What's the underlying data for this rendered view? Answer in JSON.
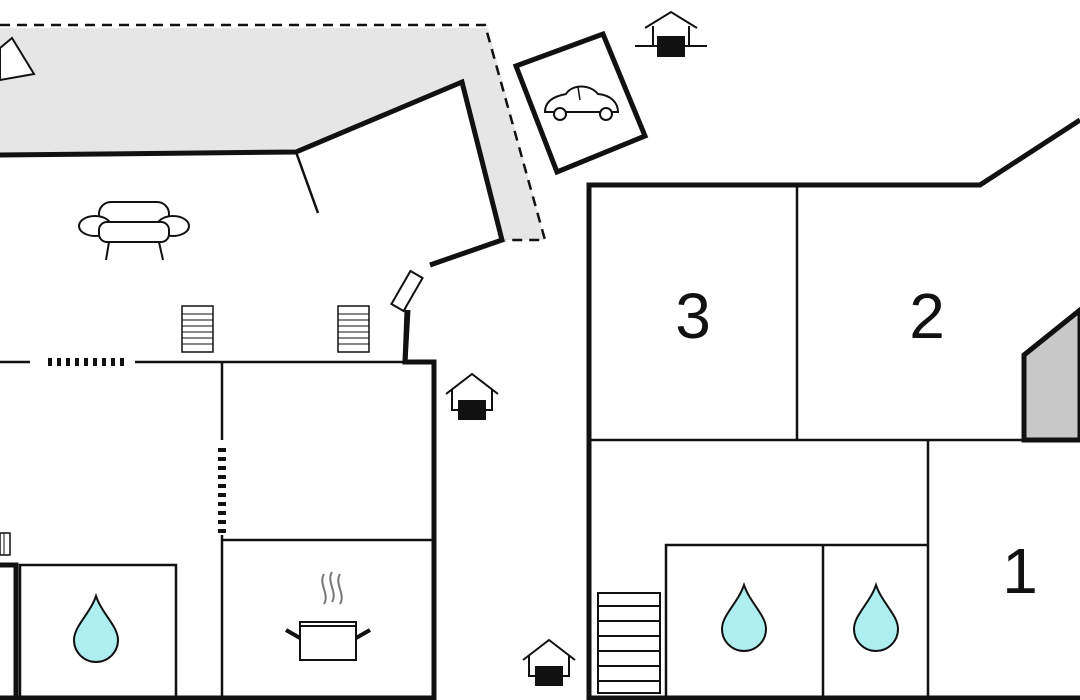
{
  "rooms": {
    "room_3": "3",
    "room_2": "2",
    "room_1": "1"
  },
  "colors": {
    "terrace_fill": "#e6e6e6",
    "wall": "#111111",
    "water_drop": "#aeeef0",
    "stair_block": "#c8c8c8"
  },
  "icons": {
    "sofa": "sofa-icon",
    "car": "car-icon",
    "pot": "cooking-pot-icon",
    "water": "water-drop-icon",
    "entrance": "entrance-house-icon",
    "stairs": "stairs-icon",
    "radiator": "radiator-icon",
    "compass": "north-arrow-icon"
  }
}
